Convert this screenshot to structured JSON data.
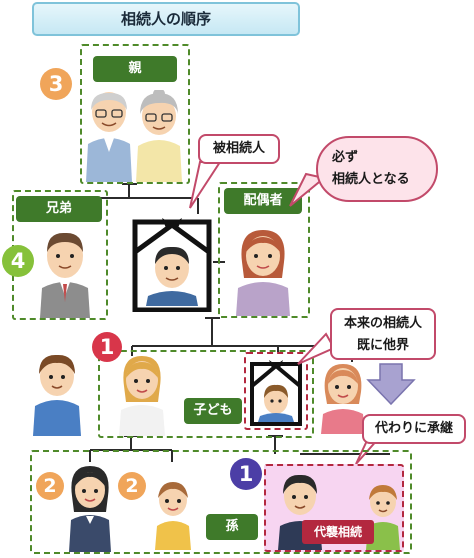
{
  "title": "相続人の順序",
  "groups": {
    "parents": "親",
    "siblings": "兄弟",
    "spouse": "配偶者",
    "children": "子ども",
    "grandchildren": "孫"
  },
  "callouts": {
    "deceased": "被相続人",
    "spouse_line1": "必ず",
    "spouse_line2": "相続人となる",
    "child_line1": "本来の相続人",
    "child_line2": "既に他界",
    "substitute": "代わりに承継"
  },
  "substitute_label": "代襲相続",
  "badges": {
    "parents": "3",
    "siblings": "4",
    "children": "1",
    "grandchild_a": "2",
    "grandchild_b": "2",
    "substitute": "1"
  },
  "colors": {
    "green_frame": "#4f8a2a",
    "green_label": "#3f7a2a",
    "pink_frame": "#b3283f",
    "badge_orange": "#f0a55a",
    "badge_green": "#86c13a",
    "badge_red": "#d8364a",
    "badge_purple": "#4c3ea6",
    "substitute_fill": "#f7d5f1"
  },
  "icons": [
    "elderly-man",
    "elderly-woman",
    "middle-aged-man",
    "middle-aged-woman",
    "deceased-man-portrait",
    "young-man",
    "young-woman",
    "deceased-son-portrait",
    "girl",
    "boy",
    "toddler-girl",
    "arrow-down"
  ]
}
